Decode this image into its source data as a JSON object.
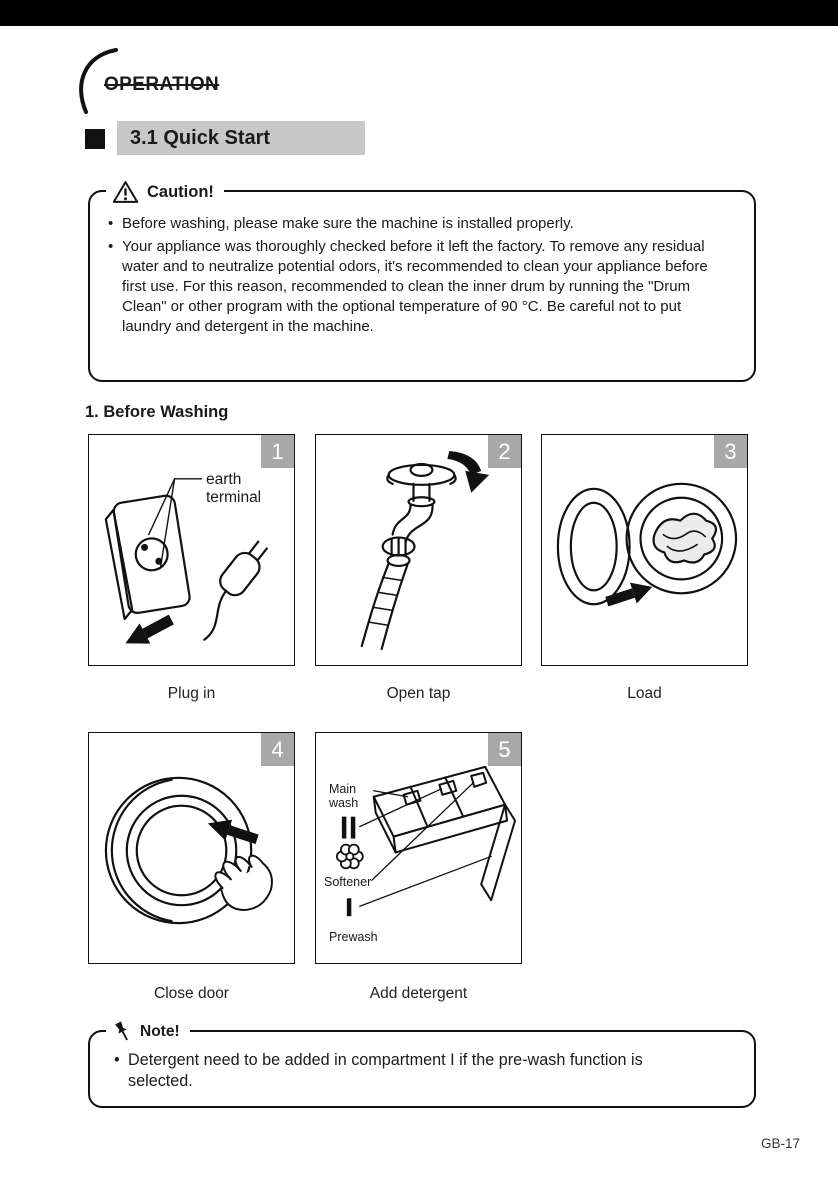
{
  "page": {
    "section_header": "OPERATION",
    "title": "3.1 Quick Start",
    "page_number": "GB-17"
  },
  "caution": {
    "label": "Caution!",
    "bullets": [
      "Before washing, please make sure the machine is installed properly.",
      "Your appliance was thoroughly checked before it left the factory. To remove any residual water and to neutralize potential odors, it's recommended to clean your appliance before first use. For this reason, recommended to clean the inner drum by running the \"Drum Clean\" or other program with the optional temperature of 90 °C. Be careful not to put laundry and detergent in the machine."
    ]
  },
  "before_washing": {
    "heading": "1. Before Washing",
    "steps": [
      {
        "number": "1",
        "caption": "Plug in",
        "annotation": "earth terminal"
      },
      {
        "number": "2",
        "caption": "Open tap"
      },
      {
        "number": "3",
        "caption": "Load"
      },
      {
        "number": "4",
        "caption": "Close door"
      },
      {
        "number": "5",
        "caption": "Add detergent",
        "compartments": {
          "main_wash": "Main wash",
          "softener": "Softener",
          "prewash": "Prewash"
        }
      }
    ]
  },
  "note": {
    "label": "Note!",
    "bullets": [
      "Detergent need to be added in compartment I if the pre-wash function is selected."
    ]
  },
  "colors": {
    "accent_band": "#c8c8c8",
    "badge_gray": "#a8a8a8",
    "ink": "#111111"
  }
}
